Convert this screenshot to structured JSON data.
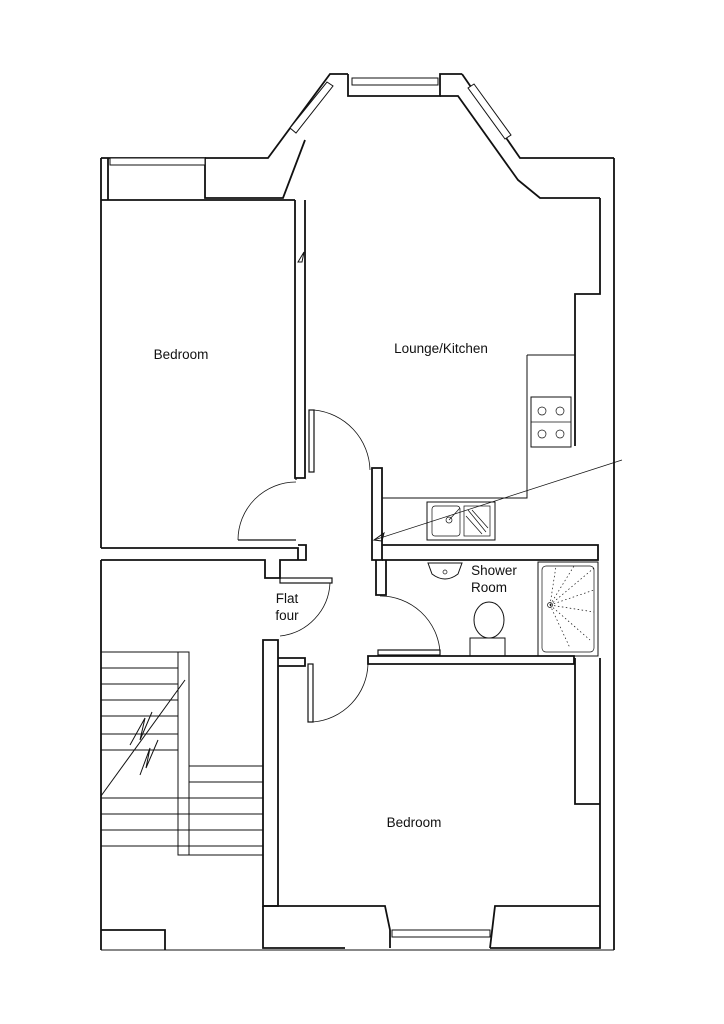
{
  "rooms": {
    "bedroom_upper": "Bedroom",
    "lounge_kitchen": "Lounge/Kitchen",
    "shower_room_line1": "Shower",
    "shower_room_line2": "Room",
    "flat_line1": "Flat",
    "flat_line2": "four",
    "bedroom_lower": "Bedroom"
  }
}
